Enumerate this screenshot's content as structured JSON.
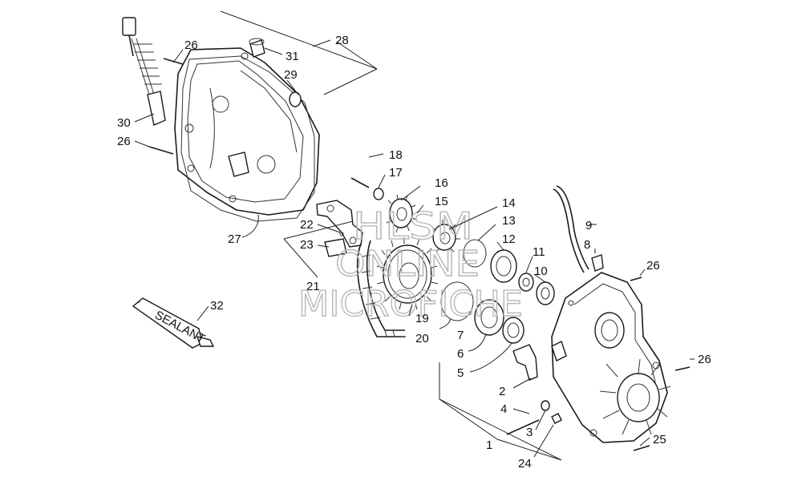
{
  "watermark": {
    "line1": "HLSM",
    "line2": "ONLINE",
    "line3": "MICROFICHE"
  },
  "tube_label": "SEALANT",
  "callouts": [
    "1",
    "2",
    "3",
    "4",
    "5",
    "6",
    "7",
    "8",
    "9",
    "10",
    "11",
    "12",
    "13",
    "14",
    "15",
    "16",
    "17",
    "18",
    "19",
    "20",
    "21",
    "22",
    "23",
    "24",
    "25",
    "26",
    "26",
    "26",
    "26",
    "27",
    "28",
    "29",
    "30",
    "31",
    "32"
  ],
  "colors": {
    "ink": "#1a1a1a",
    "watermark": "#b9b9b9",
    "background": "#ffffff"
  }
}
